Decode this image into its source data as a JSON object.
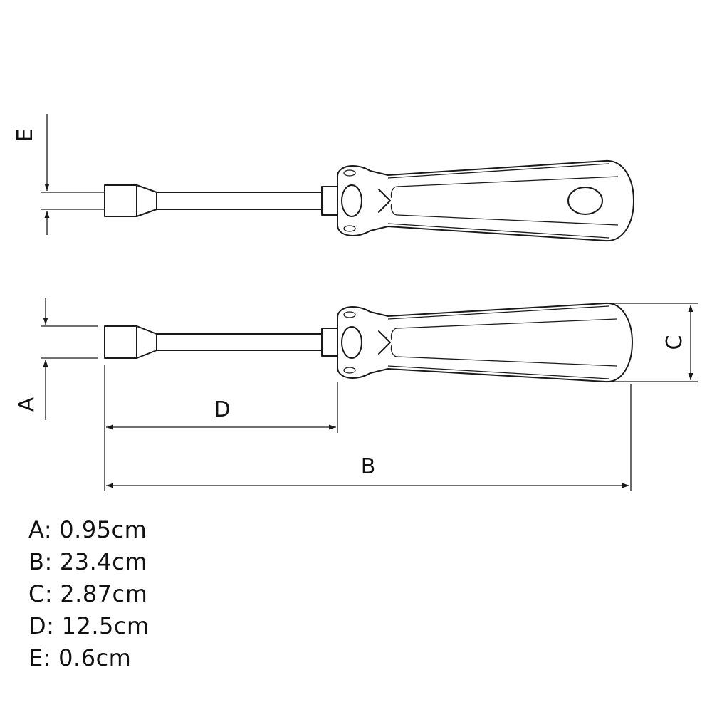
{
  "dimension_letters": {
    "a": "A",
    "b": "B",
    "c": "C",
    "d": "D",
    "e": "E"
  },
  "legend": [
    {
      "label": "A:",
      "value": "0.95cm"
    },
    {
      "label": "B:",
      "value": "23.4cm"
    },
    {
      "label": "C:",
      "value": "2.87cm"
    },
    {
      "label": "D:",
      "value": "12.5cm"
    },
    {
      "label": "E:",
      "value": "0.6cm"
    }
  ],
  "colors": {
    "line": "#1a1a1a",
    "background": "#ffffff"
  }
}
